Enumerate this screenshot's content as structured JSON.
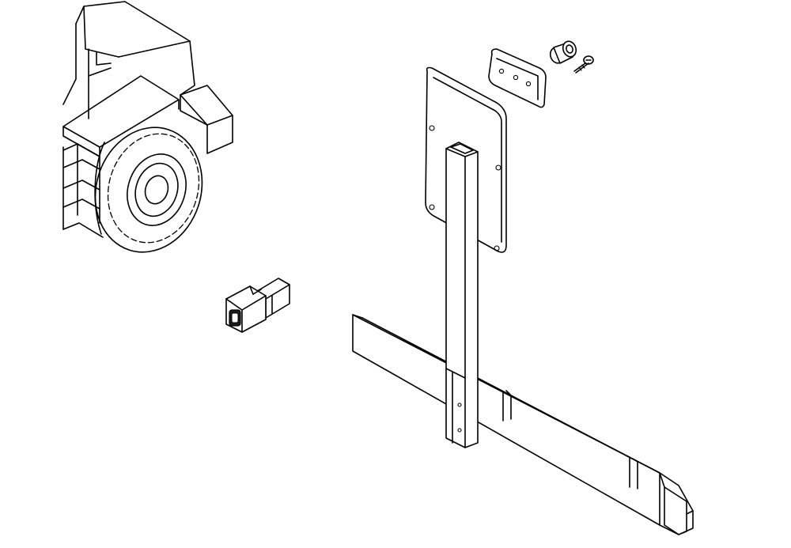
{
  "diagram": {
    "parts": [
      {
        "name": "vehicle-front-fender-and-wheel"
      },
      {
        "name": "electrical-connector"
      },
      {
        "name": "license-plate-bracket"
      },
      {
        "name": "license-plate-lamp"
      },
      {
        "name": "lamp-bulb-socket"
      },
      {
        "name": "mounting-screw"
      },
      {
        "name": "mounting-beam"
      }
    ]
  }
}
